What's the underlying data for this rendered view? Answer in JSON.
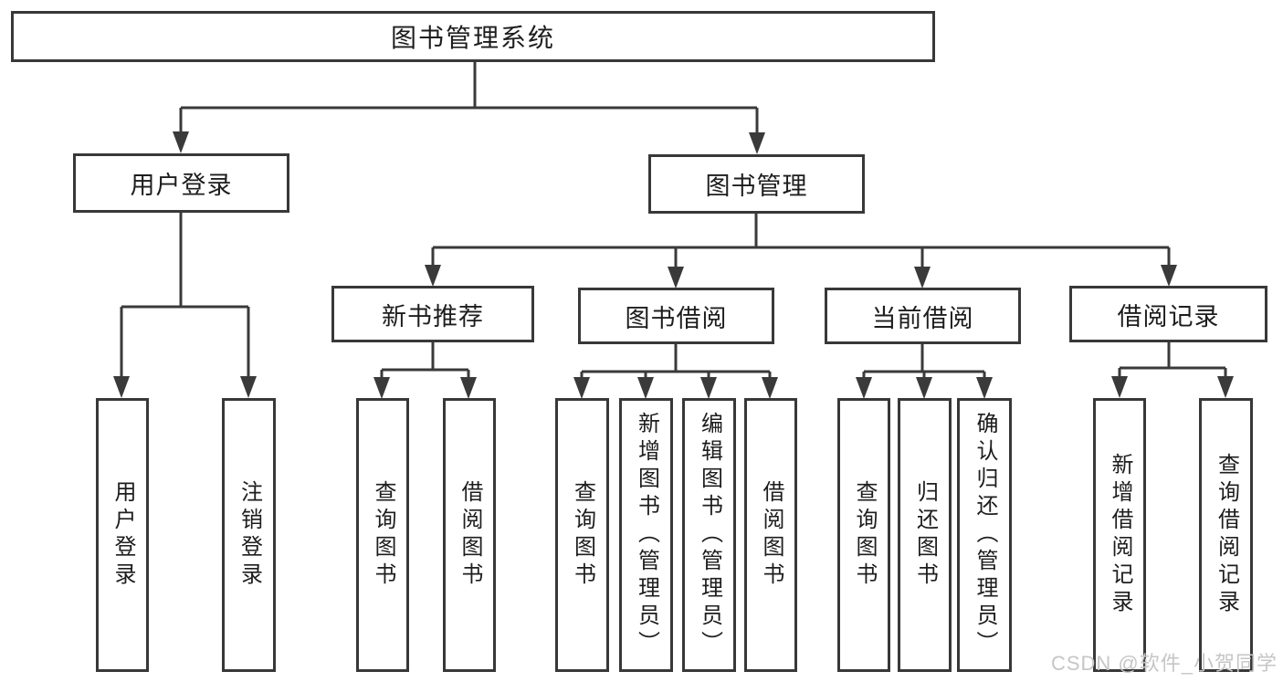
{
  "tree": {
    "root": "图书管理系统",
    "user_branch": {
      "label": "用户登录",
      "children": [
        "用户登录",
        "注销登录"
      ]
    },
    "book_branch": {
      "label": "图书管理",
      "sections": [
        {
          "label": "新书推荐",
          "children": [
            "查询图书",
            "借阅图书"
          ]
        },
        {
          "label": "图书借阅",
          "children": [
            "查询图书",
            "新增图书（管理员）",
            "编辑图书（管理员）",
            "借阅图书"
          ]
        },
        {
          "label": "当前借阅",
          "children": [
            "查询图书",
            "归还图书",
            "确认归还（管理员）"
          ]
        },
        {
          "label": "借阅记录",
          "children": [
            "新增借阅记录",
            "查询借阅记录"
          ]
        }
      ]
    }
  },
  "colors": {
    "line": "#3a3a3a",
    "border": "#383838",
    "text": "#1d1d1d",
    "watermark": "#c6c6c6"
  },
  "watermark": "CSDN @软件_小贺同学"
}
